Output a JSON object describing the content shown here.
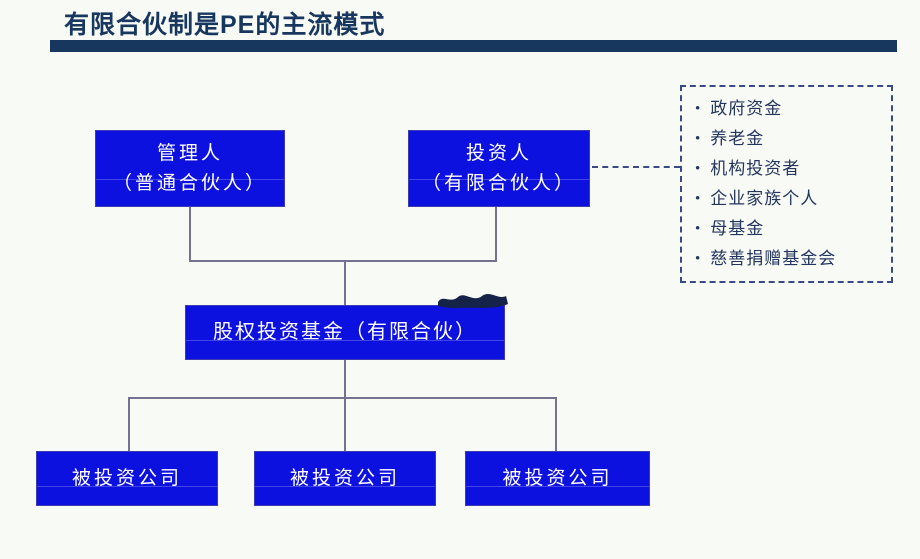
{
  "slide": {
    "title": "有限合伙制是PE的主流模式"
  },
  "colors": {
    "navy": "#17375e",
    "boxBlue": "#0d11e0",
    "boxBorder": "#3c3cae",
    "boxText": "#ffffff",
    "connector": "#73738f",
    "dashed": "#3b4a85",
    "bulletText": "#24355f",
    "background": "#f8faf5",
    "smudge": "#152349"
  },
  "nodes": {
    "manager": {
      "line1": "管理人",
      "line2": "（普通合伙人）"
    },
    "investor": {
      "line1": "投资人",
      "line2": "（有限合伙人）"
    },
    "fund": {
      "label": "股权投资基金（有限合伙）"
    },
    "portfolio1": {
      "label": "被投资公司"
    },
    "portfolio2": {
      "label": "被投资公司"
    },
    "portfolio3": {
      "label": "被投资公司"
    }
  },
  "investor_sources": {
    "bullet_glyph": "•",
    "items": [
      "政府资金",
      "养老金",
      "机构投资者",
      "企业家族个人",
      "母基金",
      "慈善捐赠基金会"
    ]
  }
}
